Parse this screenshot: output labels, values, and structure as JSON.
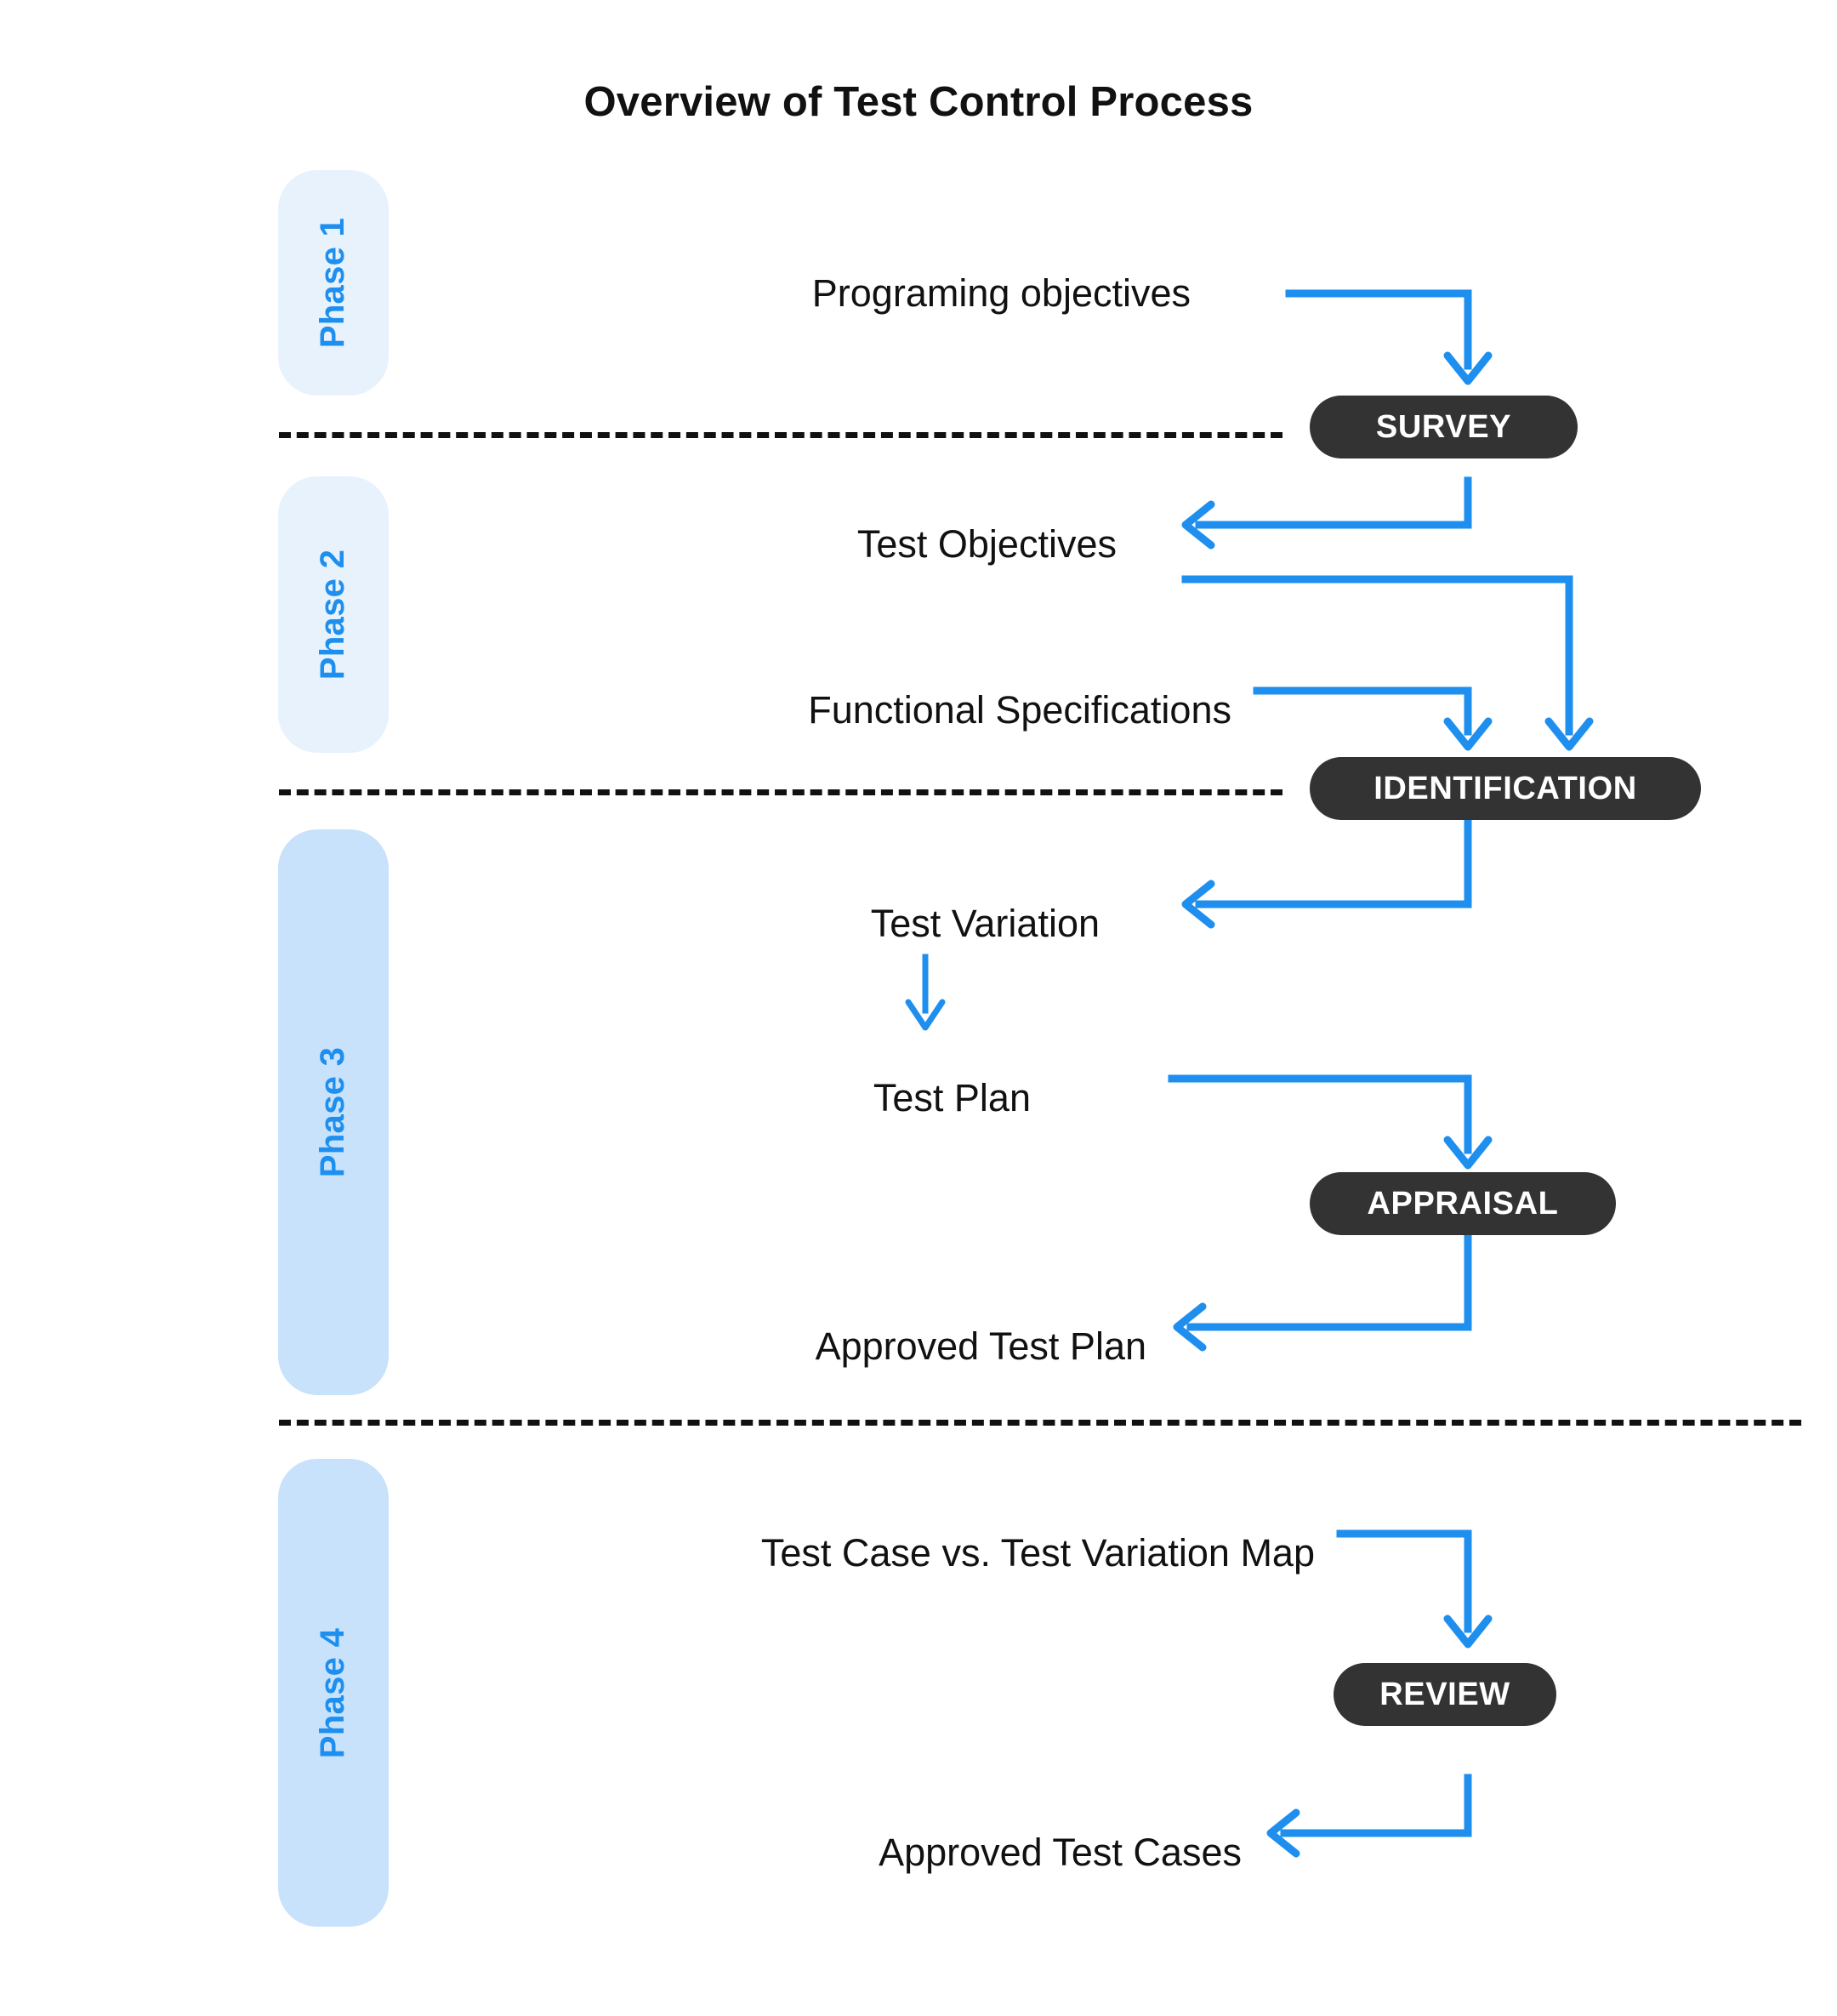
{
  "title": "Overview of Test Control Process",
  "theme": {
    "accent_blue": "#1E8FEE",
    "pill_dark": "#333333",
    "phase_light": "#E8F2FD",
    "phase_deep": "#C8E2FB",
    "text_dark": "#111111",
    "background": "#FFFFFF"
  },
  "phases": [
    {
      "label": "Phase 1",
      "tone": "light"
    },
    {
      "label": "Phase 2",
      "tone": "light"
    },
    {
      "label": "Phase 3",
      "tone": "deep"
    },
    {
      "label": "Phase 4",
      "tone": "deep"
    }
  ],
  "nodes": [
    {
      "id": "programing-objectives",
      "text": "Programing objectives",
      "phase": "Phase 1"
    },
    {
      "id": "test-objectives",
      "text": "Test Objectives",
      "phase": "Phase 2"
    },
    {
      "id": "functional-specs",
      "text": "Functional Specifications",
      "phase": "Phase 2"
    },
    {
      "id": "test-variation",
      "text": "Test Variation",
      "phase": "Phase 3"
    },
    {
      "id": "test-plan",
      "text": "Test Plan",
      "phase": "Phase 3"
    },
    {
      "id": "approved-test-plan",
      "text": "Approved Test Plan",
      "phase": "Phase 3"
    },
    {
      "id": "test-case-vs-variation",
      "text": "Test Case vs. Test Variation Map",
      "phase": "Phase 4"
    },
    {
      "id": "approved-test-cases",
      "text": "Approved Test Cases",
      "phase": "Phase 4"
    }
  ],
  "stages": [
    {
      "id": "survey",
      "label": "SURVEY",
      "between": "Phase 1 / Phase 2"
    },
    {
      "id": "identification",
      "label": "IDENTIFICATION",
      "between": "Phase 2 / Phase 3"
    },
    {
      "id": "appraisal",
      "label": "APPRAISAL",
      "between": "Phase 3"
    },
    {
      "id": "review",
      "label": "REVIEW",
      "between": "Phase 4"
    }
  ],
  "flow": [
    {
      "from": "programing-objectives",
      "to": "survey"
    },
    {
      "from": "survey",
      "to": "test-objectives"
    },
    {
      "from": "test-objectives",
      "to": "identification"
    },
    {
      "from": "functional-specs",
      "to": "identification"
    },
    {
      "from": "identification",
      "to": "test-variation"
    },
    {
      "from": "test-variation",
      "to": "test-plan"
    },
    {
      "from": "test-plan",
      "to": "appraisal"
    },
    {
      "from": "appraisal",
      "to": "approved-test-plan"
    },
    {
      "from": "test-case-vs-variation",
      "to": "review"
    },
    {
      "from": "review",
      "to": "approved-test-cases"
    }
  ]
}
